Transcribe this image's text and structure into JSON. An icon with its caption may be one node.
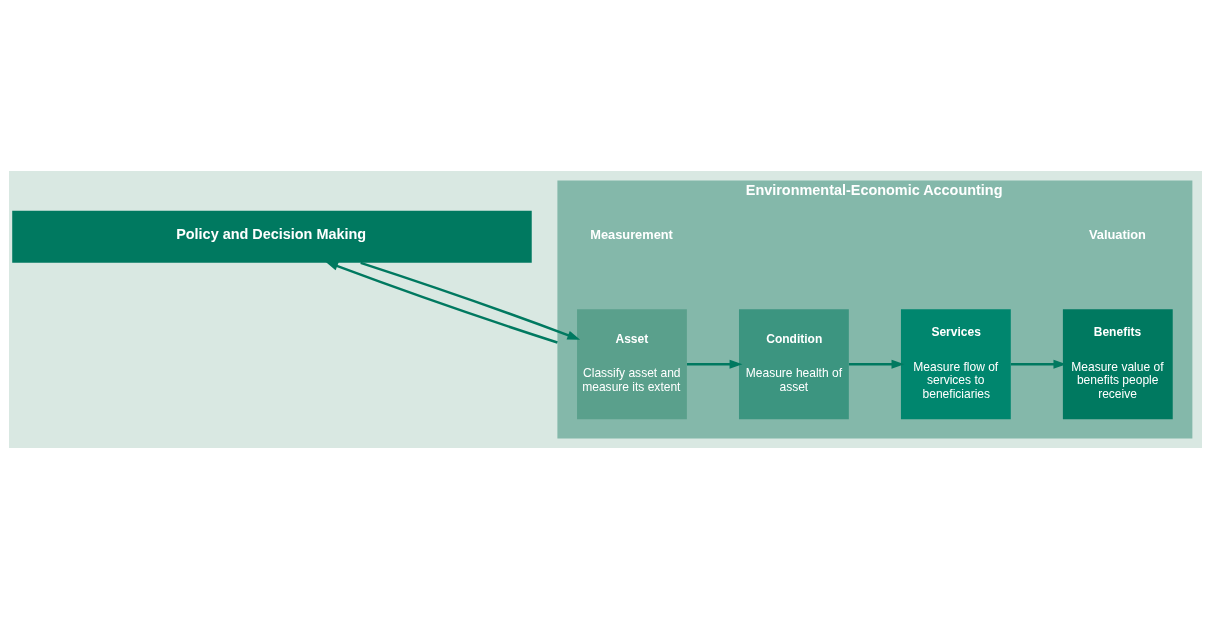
{
  "diagram": {
    "nodes": [
      {
        "text": [
          "Policy and Decision Making"
        ]
      },
      {
        "text": [
          "Environmental-Economic Accounting"
        ]
      },
      {
        "text": [
          "Asset",
          "Classify asset and measure its extent"
        ],
        "in": 1
      },
      {
        "text": [
          "Condition",
          "Measure health of asset"
        ],
        "in": 1
      },
      {
        "text": [
          "Services",
          "Measure flow of services to beneficiaries"
        ],
        "in": 1
      },
      {
        "text": [
          "Benefits",
          "Measure value of benefits people receive"
        ],
        "in": 1
      }
    ],
    "edges": [
      {
        "from": 0,
        "to": 2,
        "arrow": "to"
      },
      {
        "from": 1,
        "to": 0,
        "arrow": "to"
      },
      {
        "from": 2,
        "to": 3,
        "arrow": "to"
      },
      {
        "from": 3,
        "to": 4,
        "arrow": "to"
      },
      {
        "from": 4,
        "to": 5,
        "arrow": "to"
      }
    ],
    "labels": [
      "Measurement",
      "Valuation"
    ]
  }
}
